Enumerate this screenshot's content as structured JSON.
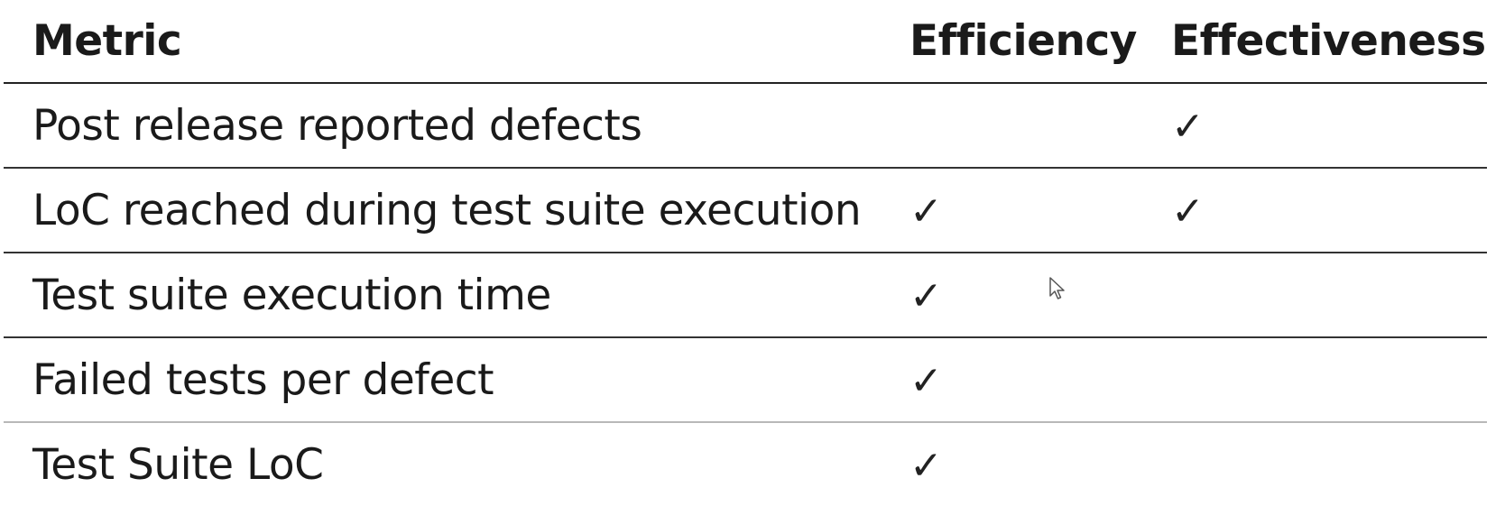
{
  "table": {
    "headers": {
      "metric": "Metric",
      "efficiency": "Efficiency",
      "effectiveness": "Effectiveness"
    },
    "rows": [
      {
        "metric": "Post release reported defects",
        "efficiency": "",
        "effectiveness": "✓"
      },
      {
        "metric": "LoC reached during test suite execution",
        "efficiency": "✓",
        "effectiveness": "✓"
      },
      {
        "metric": "Test suite execution time",
        "efficiency": "✓",
        "effectiveness": ""
      },
      {
        "metric": "Failed tests per defect",
        "efficiency": "✓",
        "effectiveness": ""
      },
      {
        "metric": "Test Suite LoC",
        "efficiency": "✓",
        "effectiveness": ""
      }
    ]
  },
  "icons": {
    "check": "check-mark-icon",
    "cursor": "mouse-pointer-icon"
  }
}
